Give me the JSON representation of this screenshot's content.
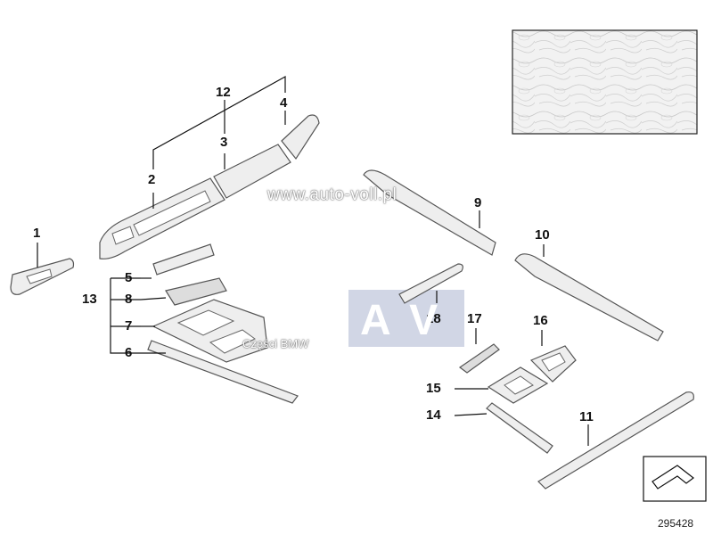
{
  "watermark": {
    "url": "www.auto-voll.pl",
    "subtitle": "Części BMW",
    "logo_letters": "AV"
  },
  "diagram_number": "295428",
  "callouts": {
    "c1": "1",
    "c2": "2",
    "c3": "3",
    "c4": "4",
    "c5": "5",
    "c6": "6",
    "c7": "7",
    "c8": "8",
    "c9": "9",
    "c10": "10",
    "c11": "11",
    "c12": "12",
    "c13": "13",
    "c14": "14",
    "c15": "15",
    "c16": "16",
    "c17": "17",
    "c18": "18"
  },
  "colors": {
    "part_fill": "#eeeeee",
    "part_stroke": "#555555",
    "line": "#111111",
    "watermark_box": "#c9cfe0"
  }
}
